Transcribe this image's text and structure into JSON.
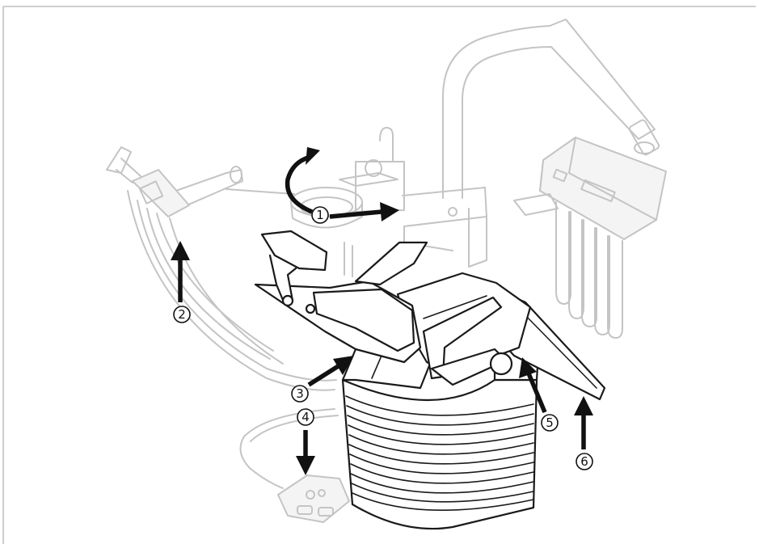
{
  "frame": {
    "border_color": "#bdbdbd"
  },
  "colors": {
    "ghost_line": "#c4c4c4",
    "ink_line": "#1a1a1a",
    "arrow": "#111111"
  },
  "callouts": [
    {
      "id": "c1",
      "label": "1"
    },
    {
      "id": "c2",
      "label": "2"
    },
    {
      "id": "c3",
      "label": "3"
    },
    {
      "id": "c4",
      "label": "4"
    },
    {
      "id": "c5",
      "label": "5"
    },
    {
      "id": "c6",
      "label": "6"
    }
  ]
}
